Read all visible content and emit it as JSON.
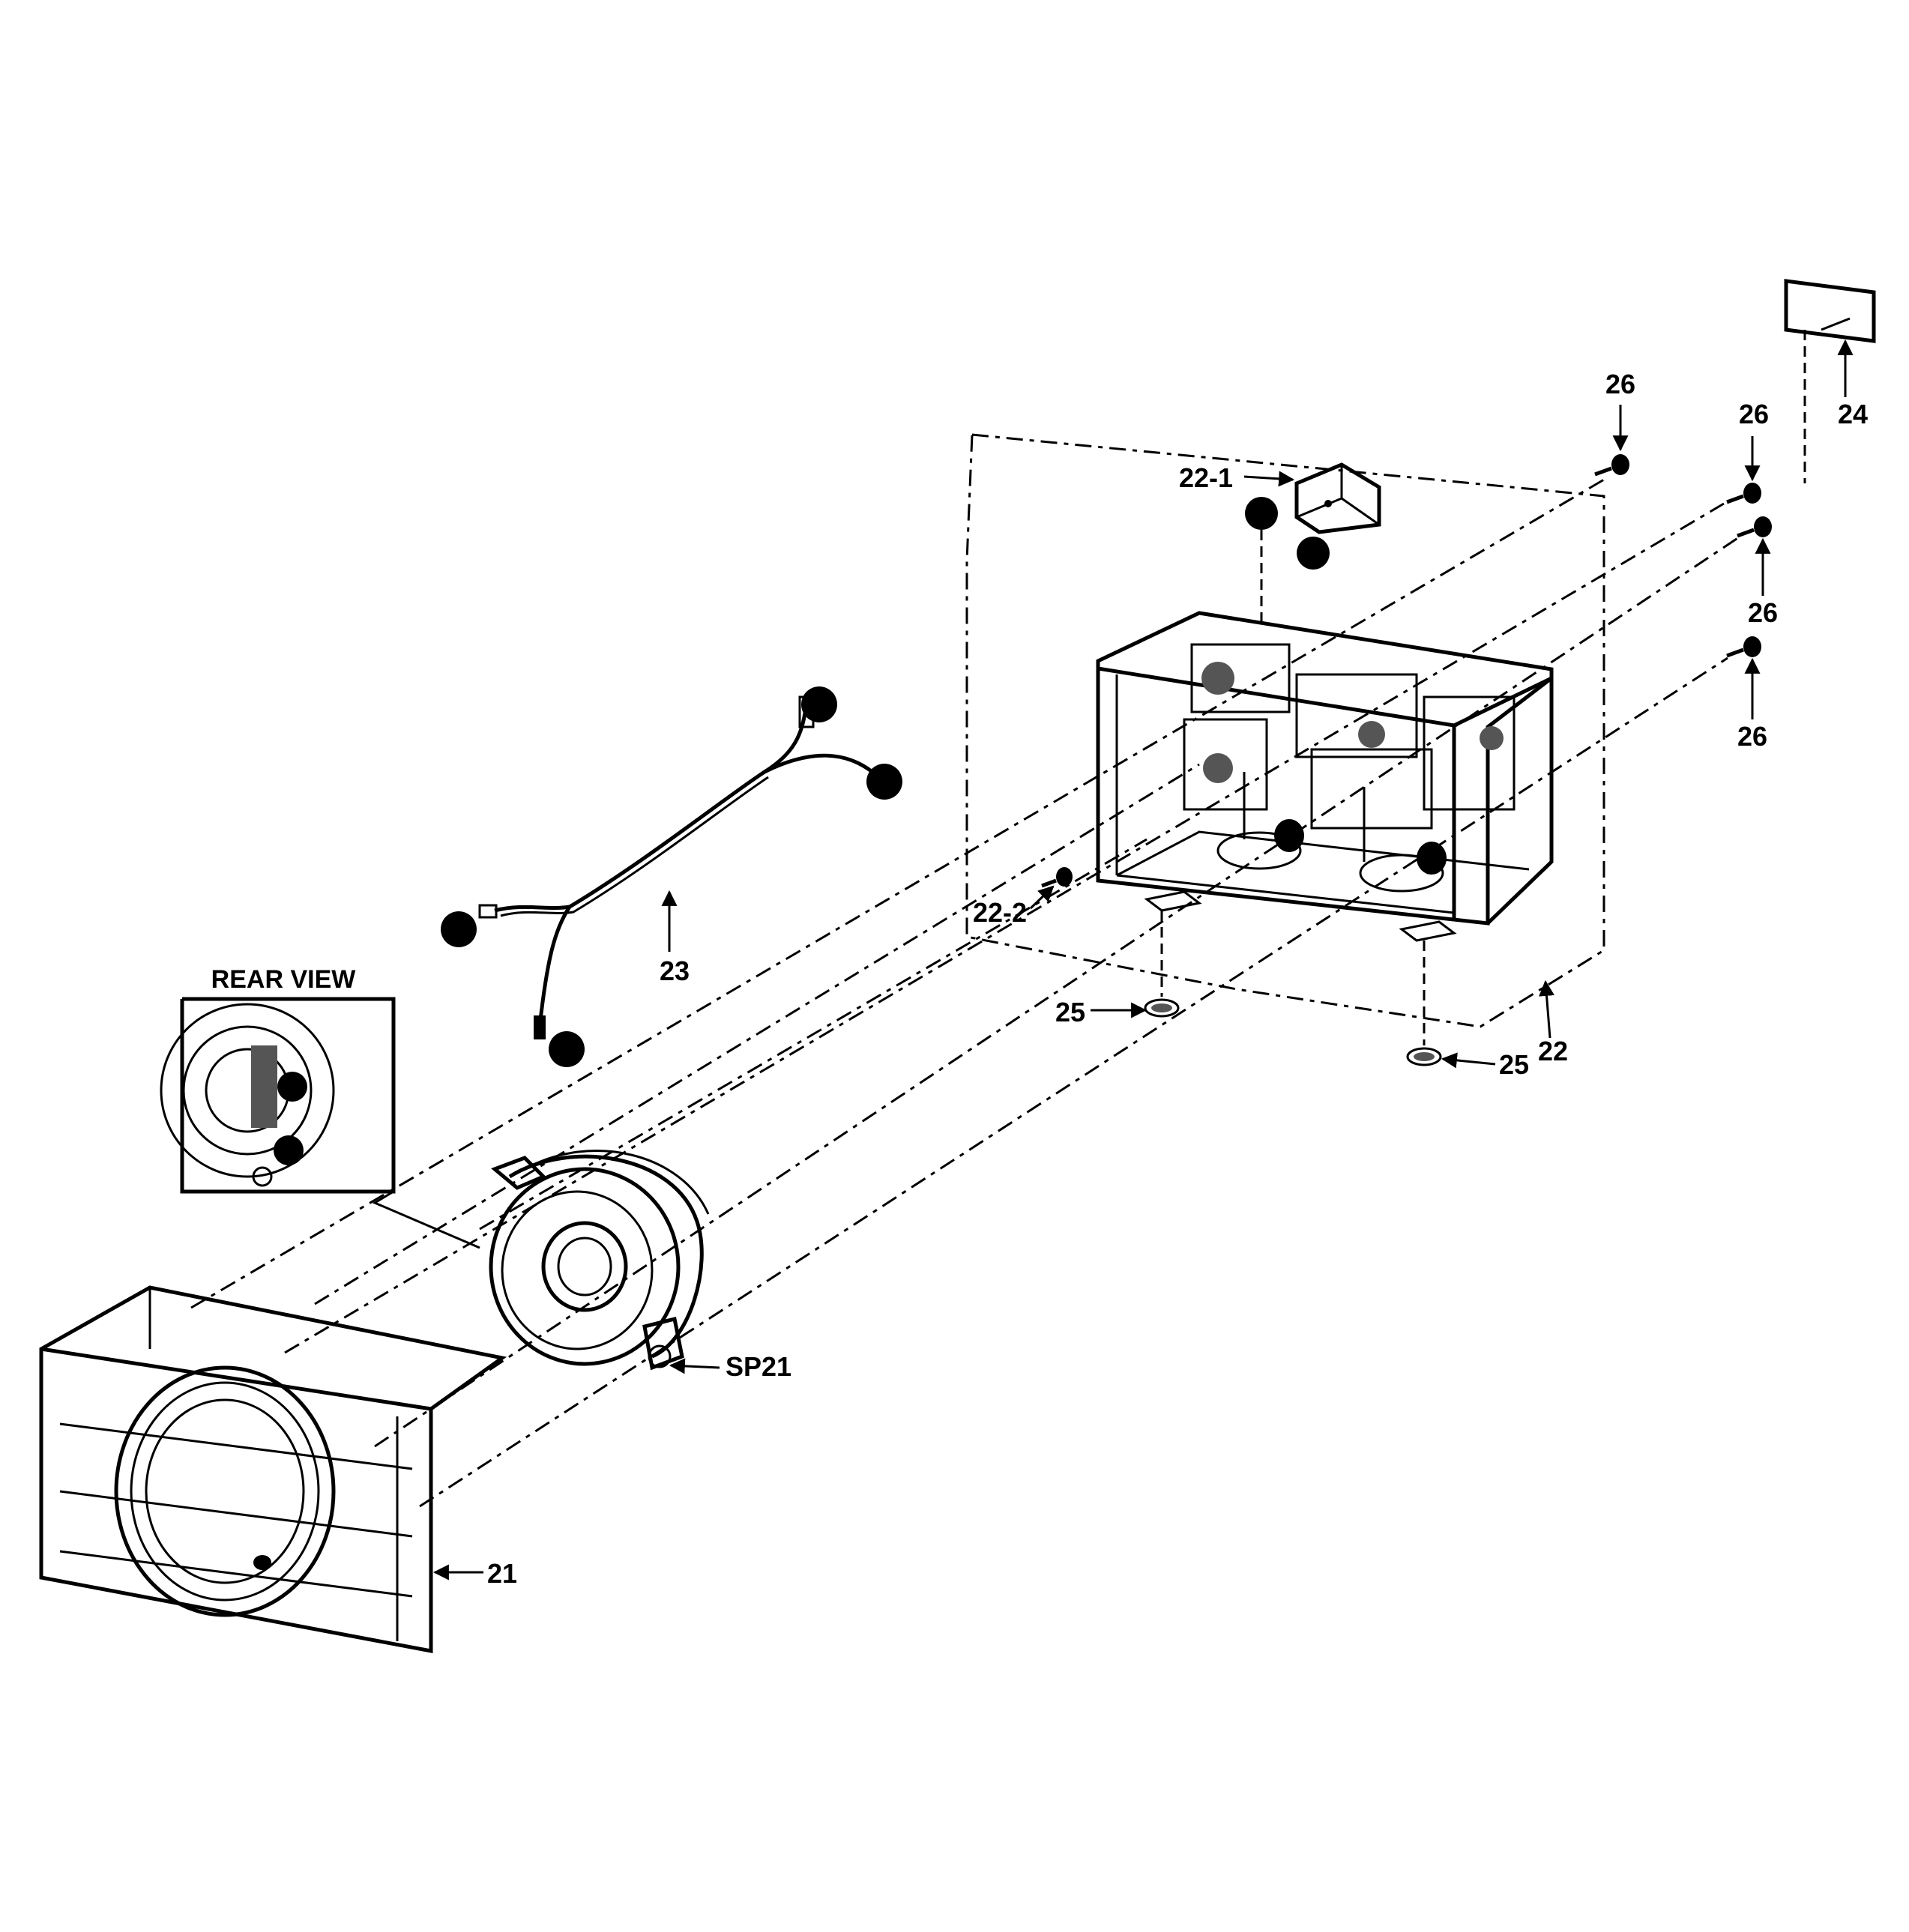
{
  "diagram": {
    "callouts": {
      "p21": "21",
      "p22": "22",
      "p22_1": "22-1",
      "p22_2": "22-2",
      "p23": "23",
      "p24": "24",
      "p25a": "25",
      "p25b": "25",
      "p26a": "26",
      "p26b": "26",
      "p26c": "26",
      "p26d": "26",
      "sp21": "SP21"
    },
    "rear_view_caption": "REAR VIEW"
  }
}
